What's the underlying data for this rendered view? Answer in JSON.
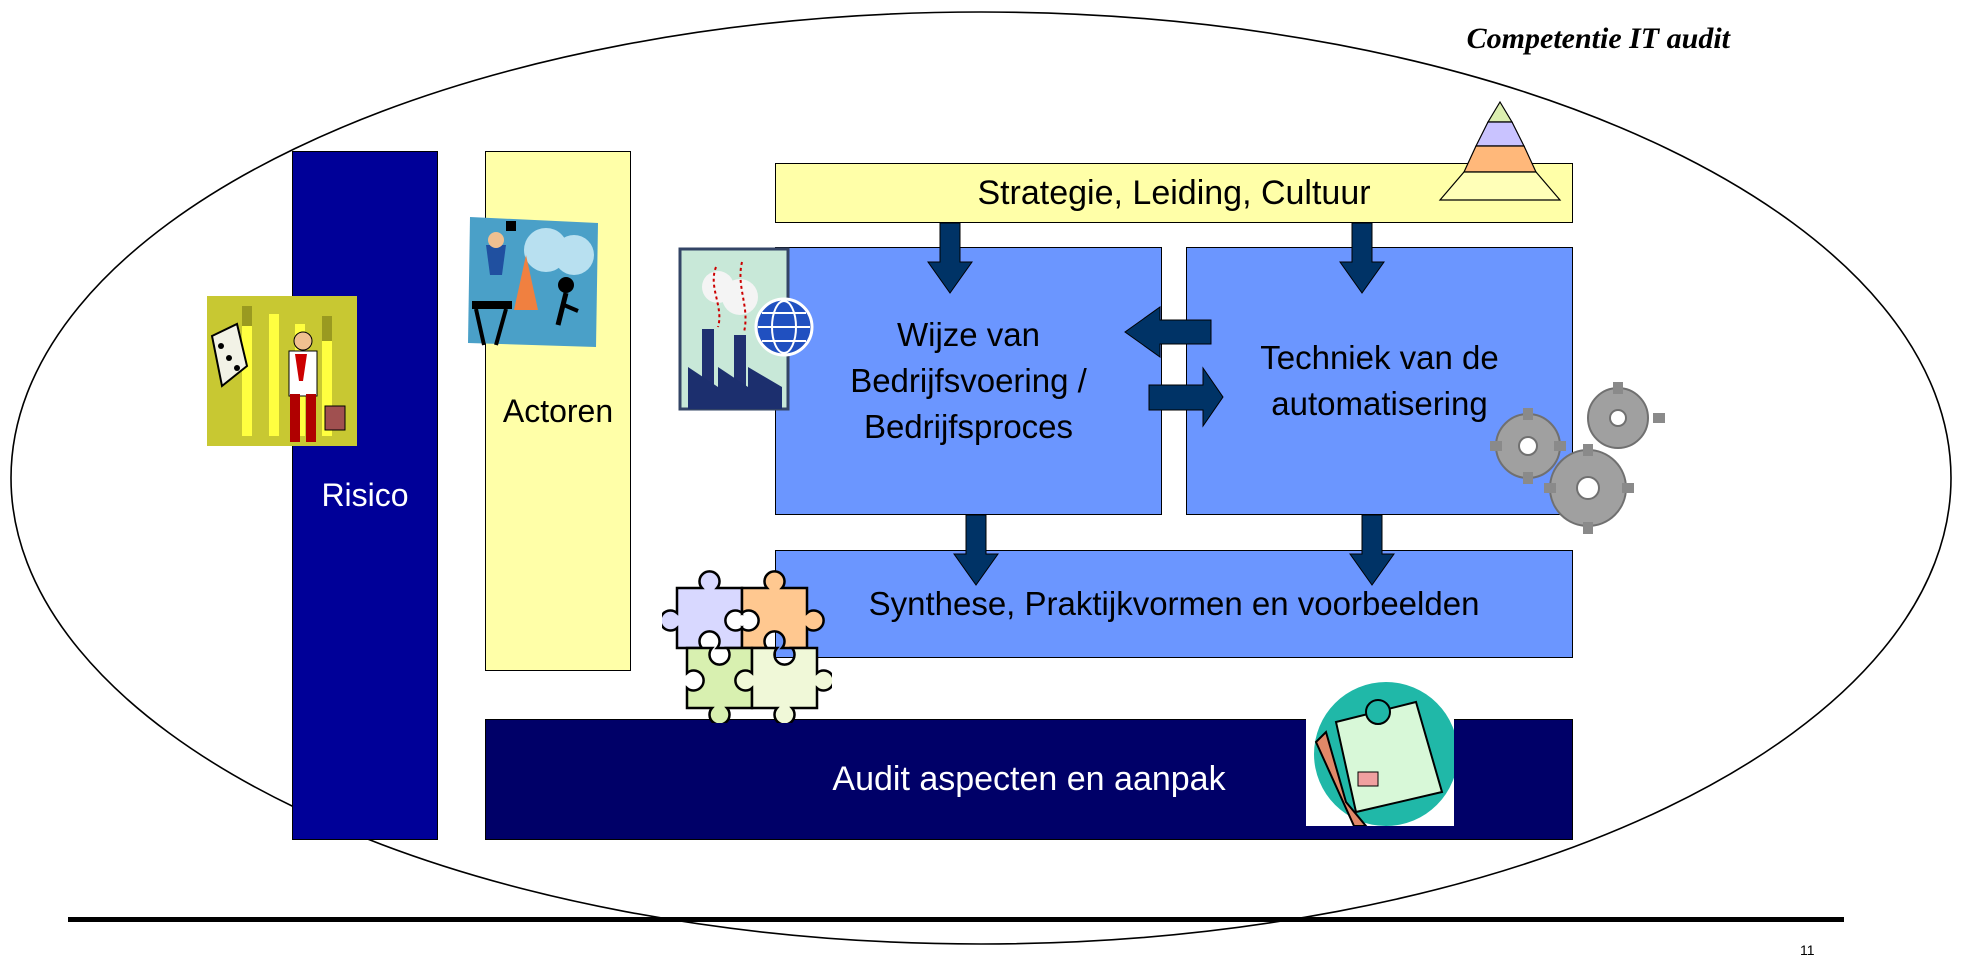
{
  "slide": {
    "title": "Competentie IT audit",
    "risico_label": "Risico",
    "actoren_label": "Actoren",
    "strategie_label": "Strategie, Leiding, Cultuur",
    "wijze_label": "Wijze van\nBedrijfsvoering /\nBedrijfsproces",
    "techniek_label": "Techniek van de\nautomatisering",
    "synthese_label": "Synthese, Praktijkvormen en voorbeelden",
    "audit_label": "Audit aspecten en aanpak",
    "page_number": "11"
  },
  "colors": {
    "risico": "#000098",
    "audit": "#000068",
    "yellow": "#ffffa8",
    "blue_box": "#6b96ff",
    "arrow": "#003366"
  },
  "icons": [
    "pyramid-icon",
    "dice-businessman-icon",
    "film-director-icon",
    "factory-globe-icon",
    "gears-icon",
    "puzzle-icon",
    "puzzle-clipboard-icon"
  ]
}
